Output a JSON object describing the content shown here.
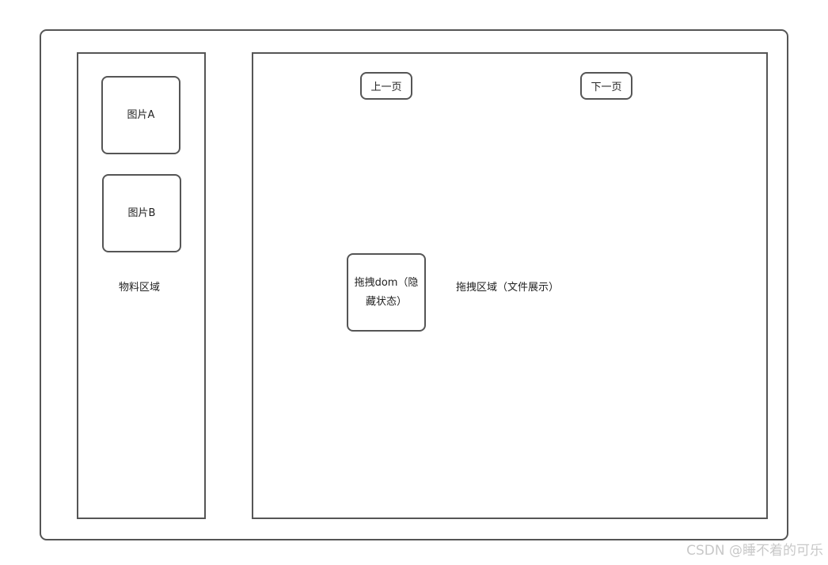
{
  "material_area": {
    "image_a": "图片A",
    "image_b": "图片B",
    "label": "物料区域"
  },
  "drop_area": {
    "prev_button": "上一页",
    "next_button": "下一页",
    "drag_dom": "拖拽dom（隐藏状态）",
    "label": "拖拽区域（文件展示）"
  },
  "watermark": "CSDN @睡不着的可乐"
}
